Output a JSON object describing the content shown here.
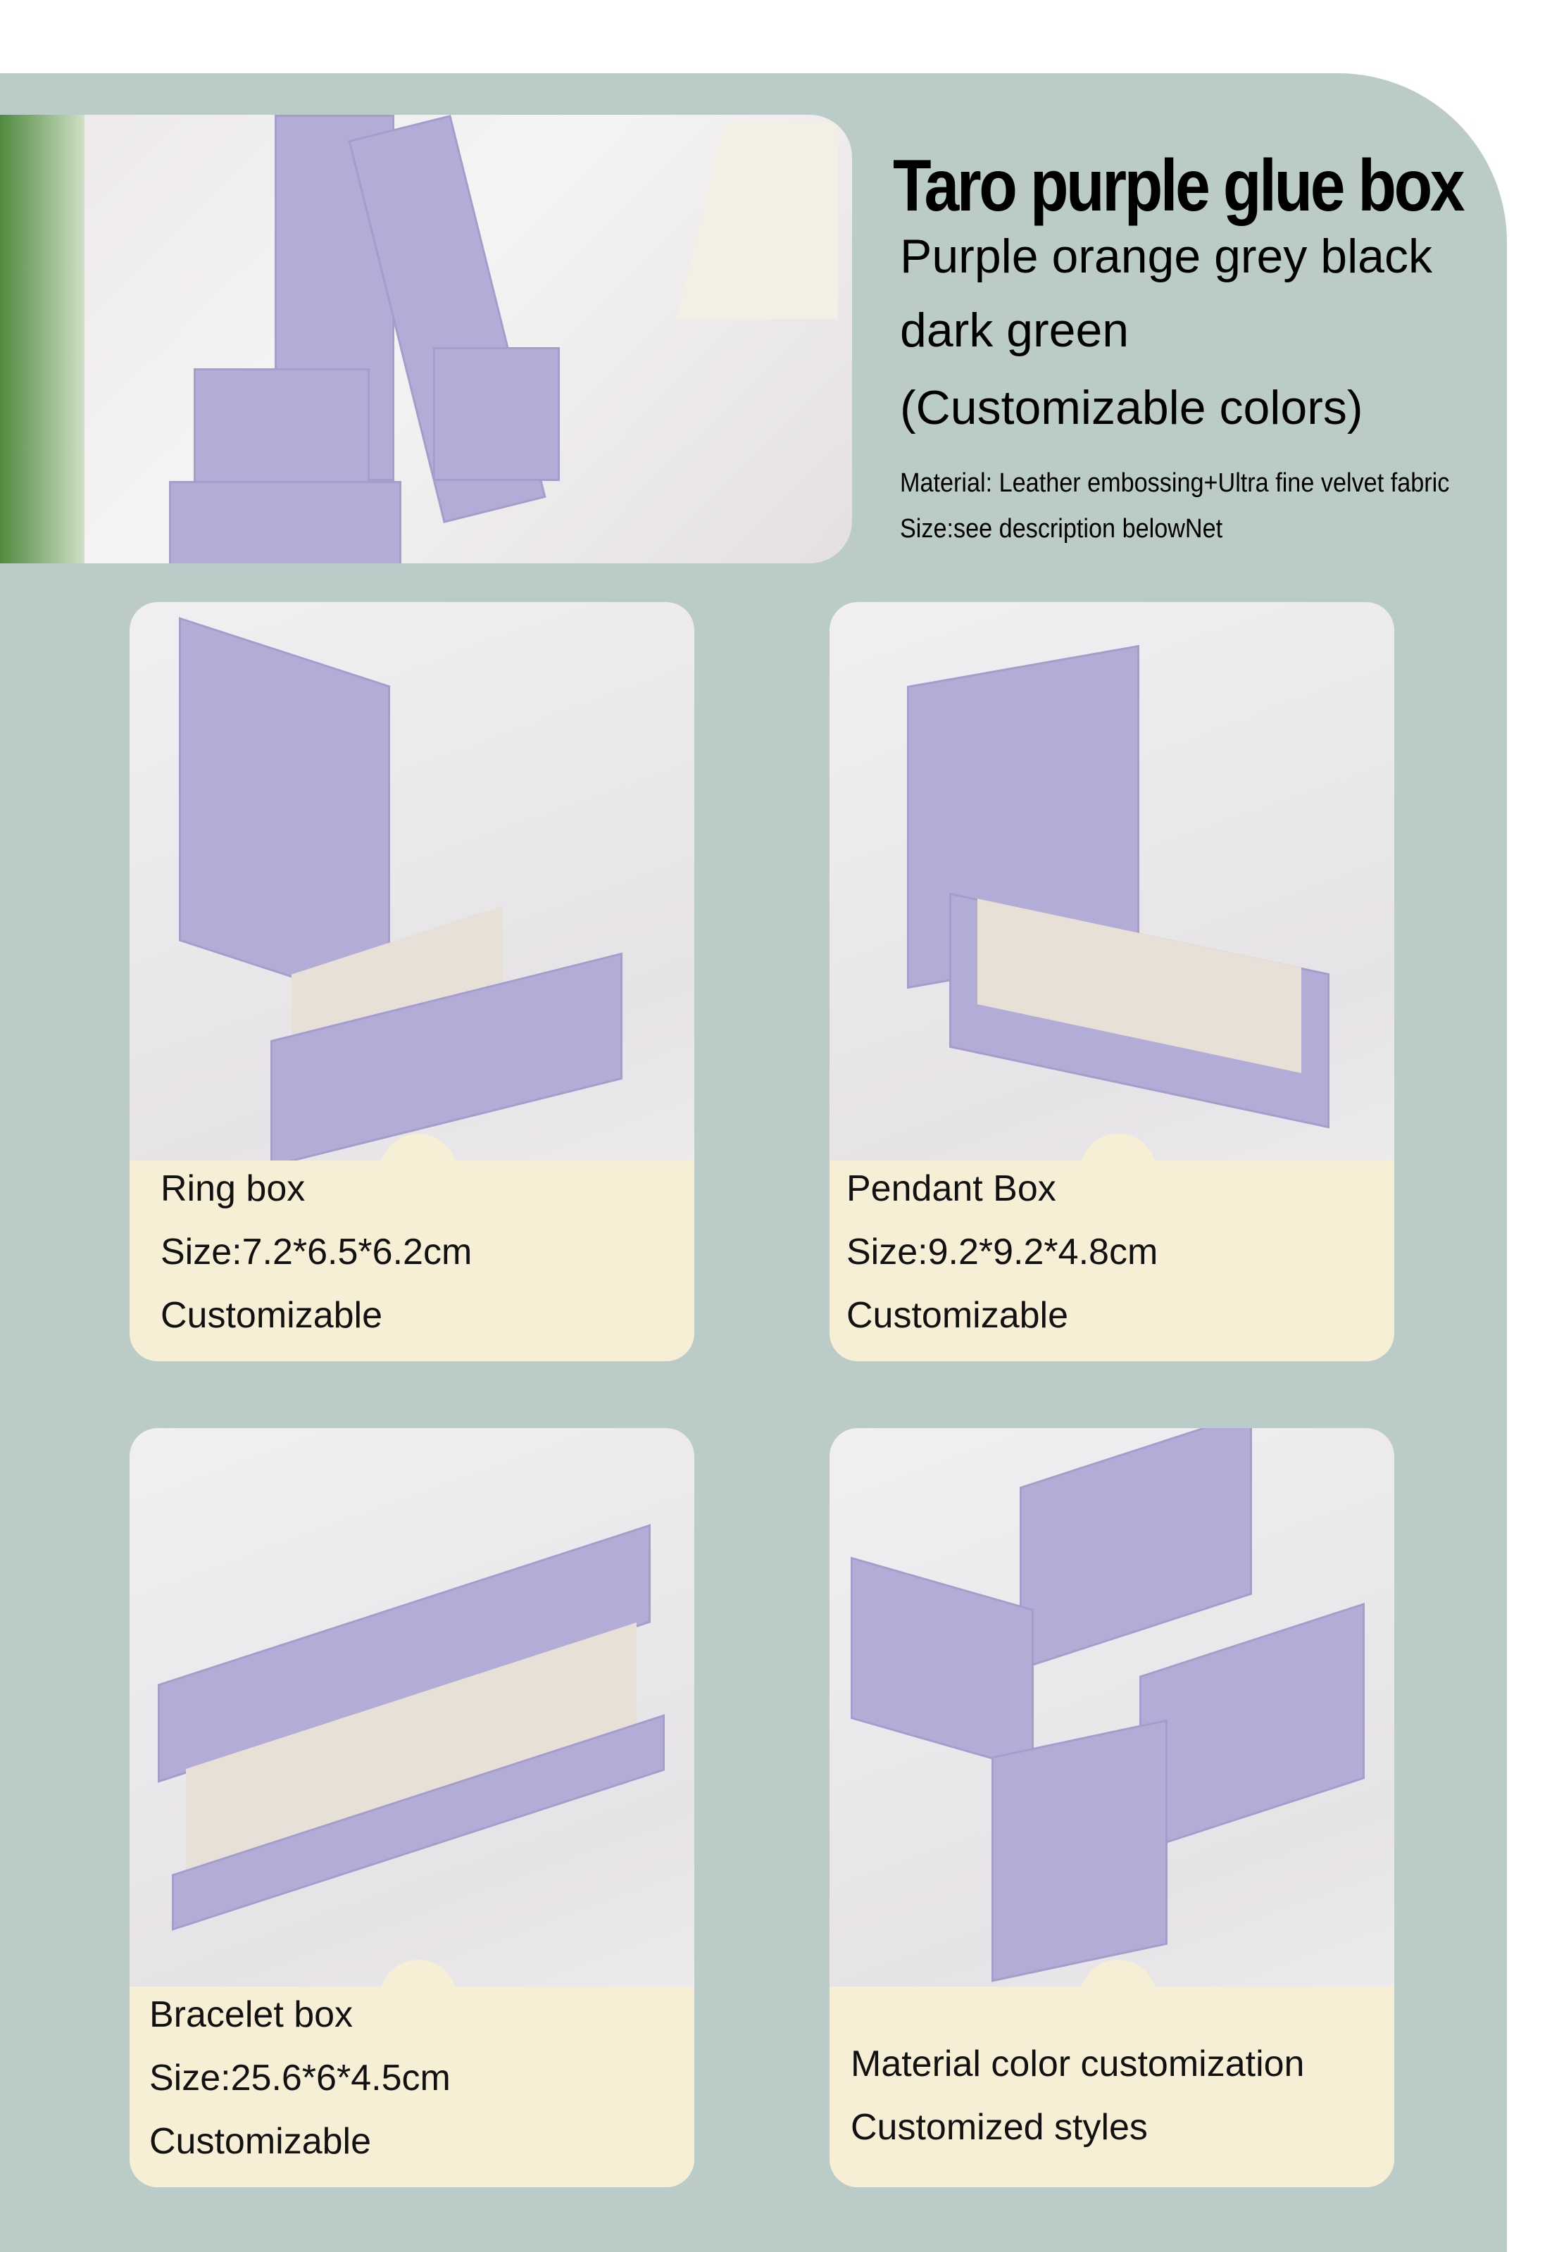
{
  "header": {
    "title": "Taro purple glue box",
    "colors_line1": "Purple orange grey  black",
    "colors_line2": "dark green",
    "colors_note": "(Customizable colors)",
    "material": "Material: Leather embossing+Ultra fine velvet fabric",
    "size": "Size:see description belowNet"
  },
  "products": [
    {
      "name": "Ring box",
      "size": "Size:7.2*6.5*6.2cm",
      "note": "Customizable"
    },
    {
      "name": "Pendant Box",
      "size": "Size:9.2*9.2*4.8cm",
      "note": "Customizable"
    },
    {
      "name": "Bracelet box",
      "size": "Size:25.6*6*4.5cm",
      "note": "Customizable"
    },
    {
      "line1": "Material color customization",
      "line2": "Customized styles"
    }
  ],
  "colors": {
    "panel": "#bacbc8",
    "caption": "#f7eed6",
    "box_purple": "#b3acd6"
  }
}
